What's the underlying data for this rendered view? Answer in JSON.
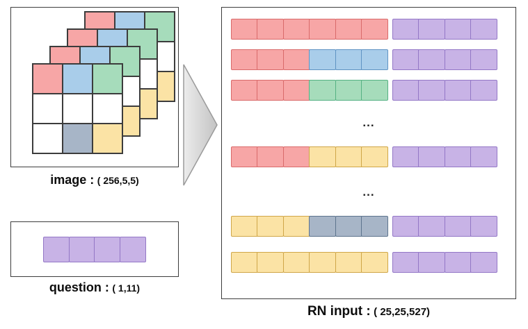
{
  "colors": {
    "red": {
      "fill": "#f7a6a6",
      "border": "#d96a6a"
    },
    "blue": {
      "fill": "#a9cdea",
      "border": "#5f93c3"
    },
    "green": {
      "fill": "#a6dcbb",
      "border": "#55b183"
    },
    "yellow": {
      "fill": "#fbe3a5",
      "border": "#cfa648"
    },
    "gray": {
      "fill": "#a7b5c7",
      "border": "#5d748d"
    },
    "purple": {
      "fill": "#c8b3e6",
      "border": "#9377c6"
    },
    "white": {
      "fill": "#ffffff",
      "border": "#3c3c3c"
    }
  },
  "image_panel": {
    "label": "image :",
    "dims": "( 256,5,5)",
    "layers": 4,
    "grid": [
      [
        "red",
        "blue",
        "green"
      ],
      [
        "white",
        "white",
        "white"
      ],
      [
        "white",
        "gray",
        "yellow"
      ]
    ]
  },
  "question_panel": {
    "label": "question :",
    "dims": "( 1,11)",
    "cells": [
      "purple",
      "purple",
      "purple",
      "purple"
    ]
  },
  "arrow": {
    "name": "right-arrow"
  },
  "rn_panel": {
    "label": "RN input :",
    "dims": "( 25,25,527)",
    "rows": [
      {
        "segments": [
          {
            "color": "red",
            "count": 6
          },
          {
            "color": "purple",
            "count": 4
          }
        ]
      },
      {
        "segments": [
          {
            "color": "red",
            "count": 3
          },
          {
            "color": "blue",
            "count": 3
          },
          {
            "color": "purple",
            "count": 4
          }
        ]
      },
      {
        "segments": [
          {
            "color": "red",
            "count": 3
          },
          {
            "color": "green",
            "count": 3
          },
          {
            "color": "purple",
            "count": 4
          }
        ]
      },
      {
        "ellipsis": "..."
      },
      {
        "segments": [
          {
            "color": "red",
            "count": 3
          },
          {
            "color": "yellow",
            "count": 3
          },
          {
            "color": "purple",
            "count": 4
          }
        ]
      },
      {
        "ellipsis": "..."
      },
      {
        "segments": [
          {
            "color": "yellow",
            "count": 3
          },
          {
            "color": "gray",
            "count": 3
          },
          {
            "color": "purple",
            "count": 4
          }
        ]
      },
      {
        "segments": [
          {
            "color": "yellow",
            "count": 6
          },
          {
            "color": "purple",
            "count": 4
          }
        ]
      }
    ]
  }
}
